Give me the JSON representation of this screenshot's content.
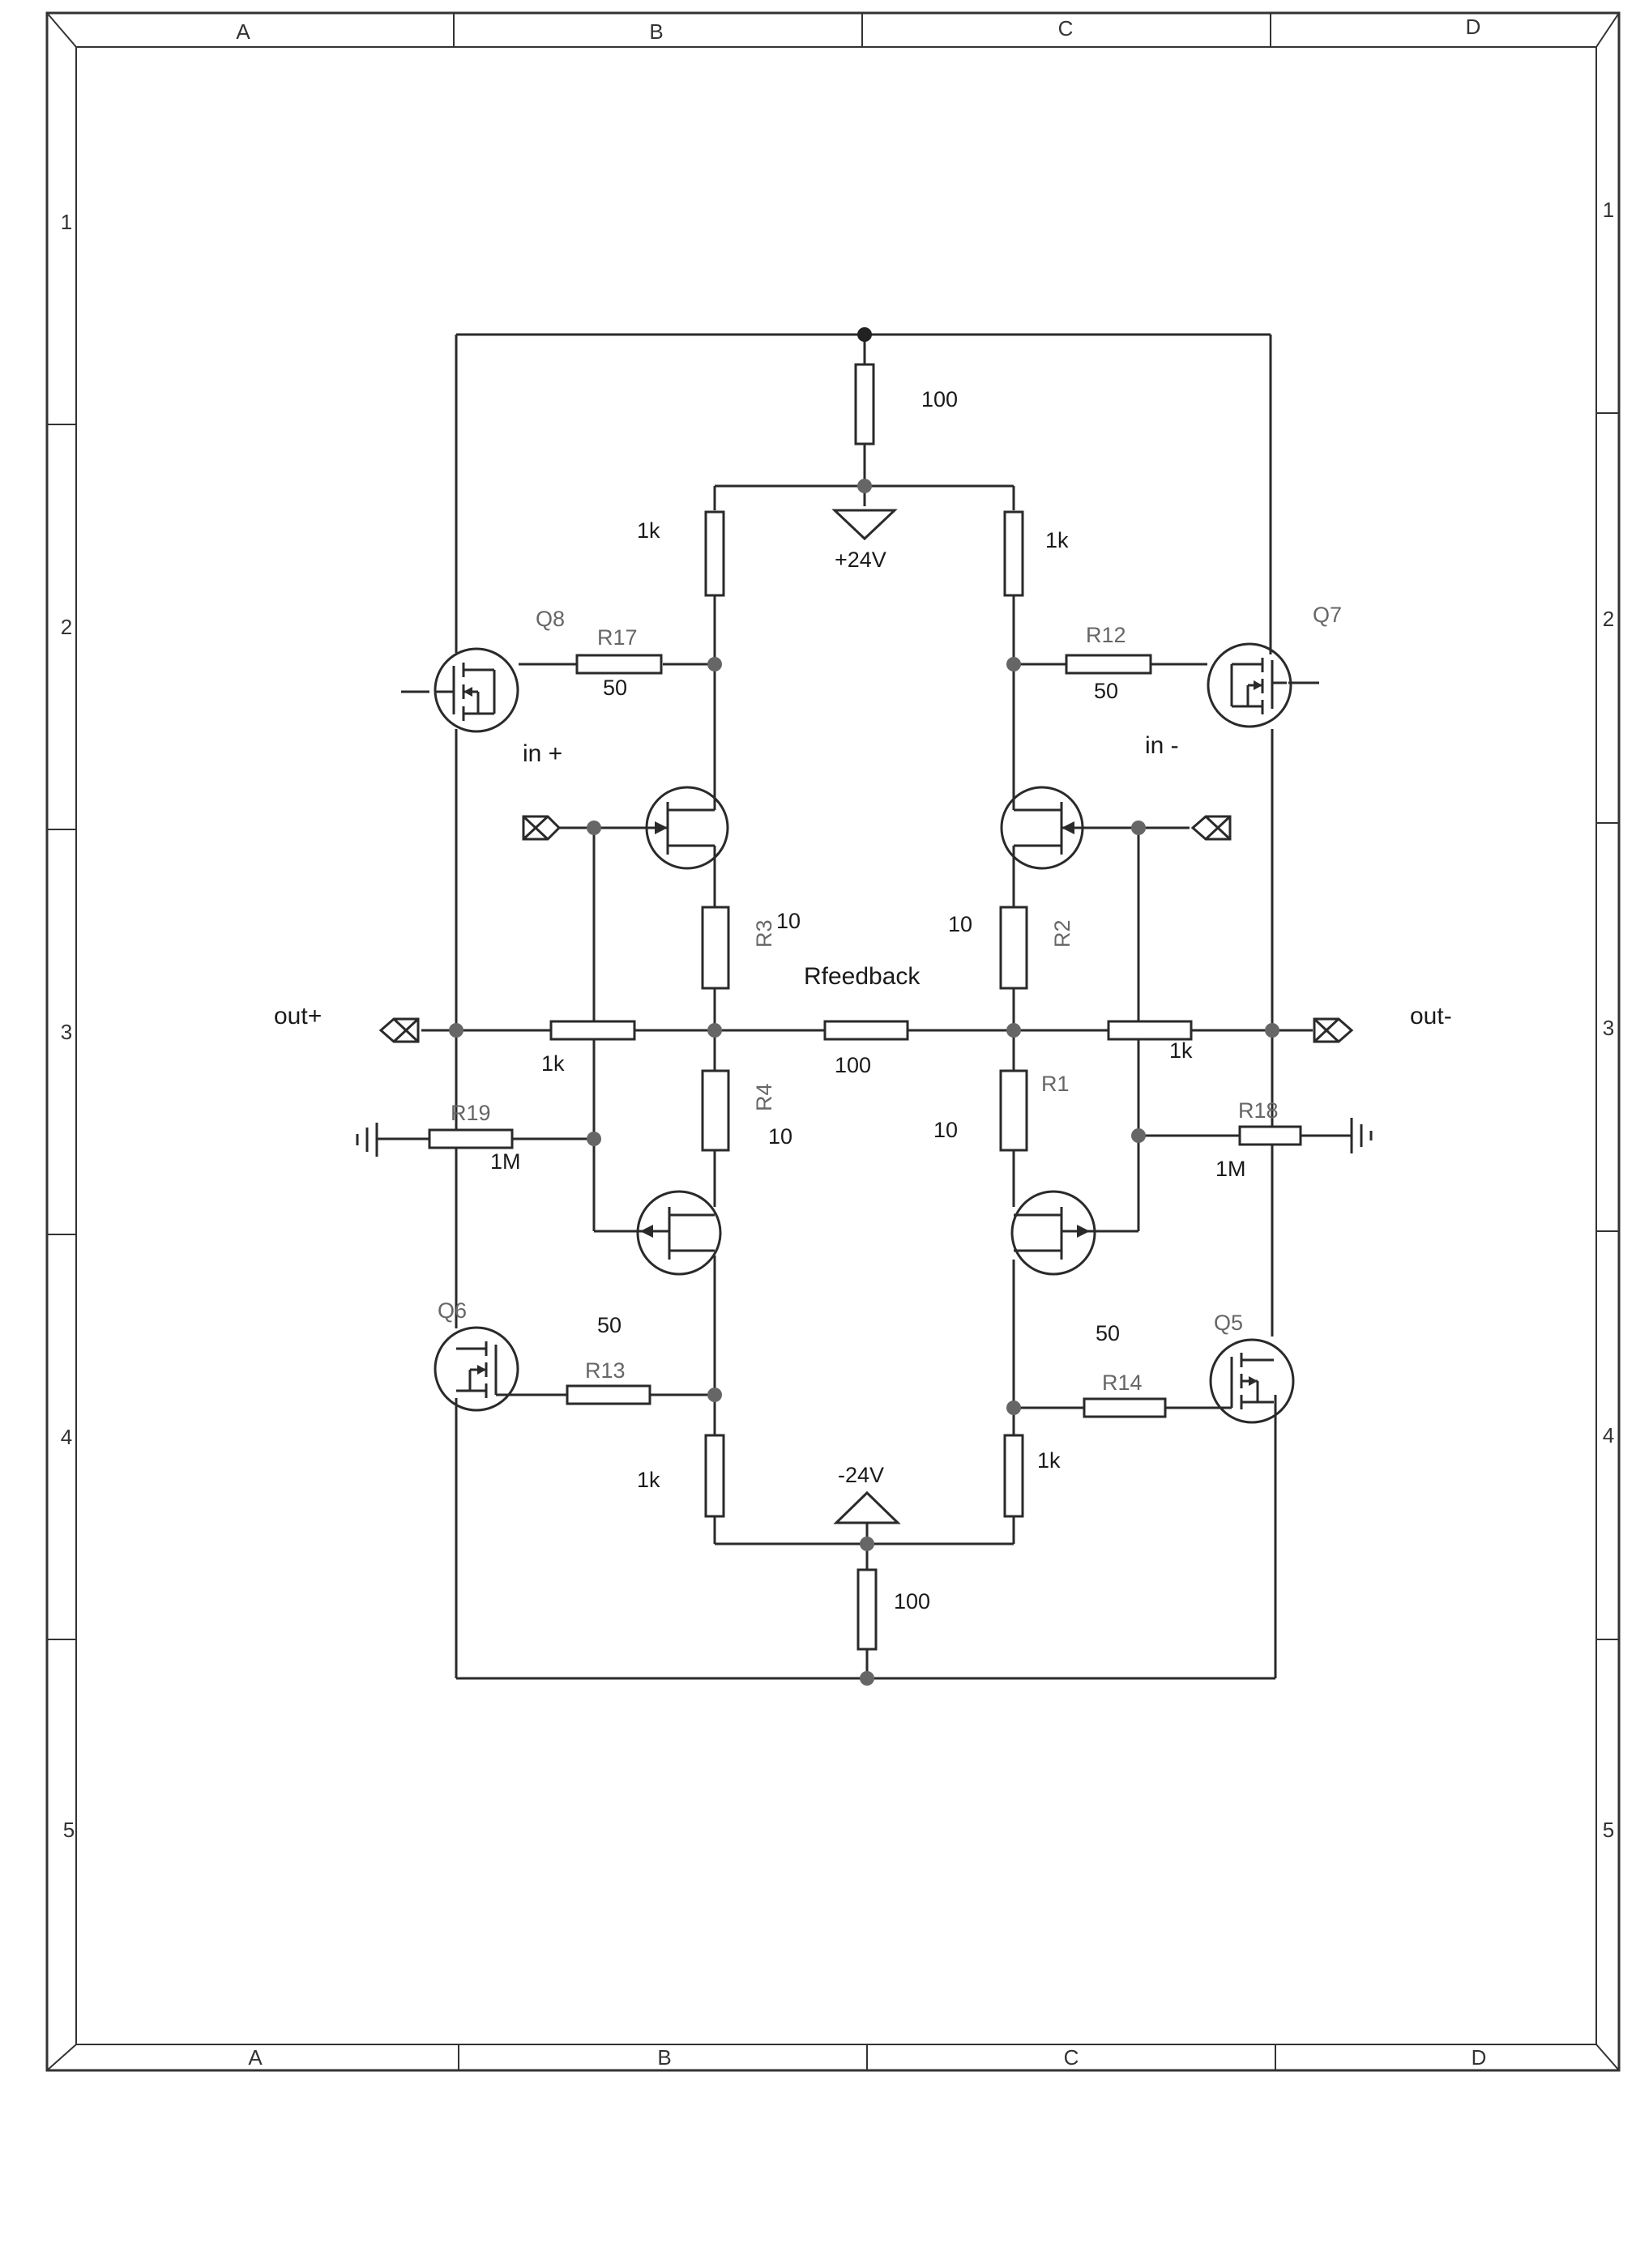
{
  "frame": {
    "columns": [
      "A",
      "B",
      "C",
      "D"
    ],
    "rows": [
      "1",
      "2",
      "3",
      "4",
      "5"
    ]
  },
  "supplies": {
    "positive": "+24V",
    "negative": "-24V"
  },
  "resistors": {
    "top_supply": "100",
    "bottom_supply": "100",
    "top_left_load": "1k",
    "top_right_load": "1k",
    "bottom_left_load": "1k",
    "bottom_right_load": "1k",
    "r17_name": "R17",
    "r17_value": "50",
    "r12_name": "R12",
    "r12_value": "50",
    "r13_name": "R13",
    "r13_value": "50",
    "r14_name": "R14",
    "r14_value": "50",
    "r3_name": "R3",
    "r3_value": "10",
    "r2_name": "R2",
    "r2_value": "10",
    "r4_name": "R4",
    "r4_value": "10",
    "r1_name": "R1",
    "r1_value": "10",
    "feedback_name": "Rfeedback",
    "feedback_value": "100",
    "out_left_value": "1k",
    "out_right_value": "1k",
    "r19_name": "R19",
    "r19_value": "1M",
    "r18_name": "R18",
    "r18_value": "1M"
  },
  "transistors": {
    "q8": "Q8",
    "q7": "Q7",
    "q6": "Q6",
    "q5": "Q5"
  },
  "ports": {
    "in_plus": "in +",
    "in_minus": "in -",
    "out_plus": "out+",
    "out_minus": "out-"
  }
}
